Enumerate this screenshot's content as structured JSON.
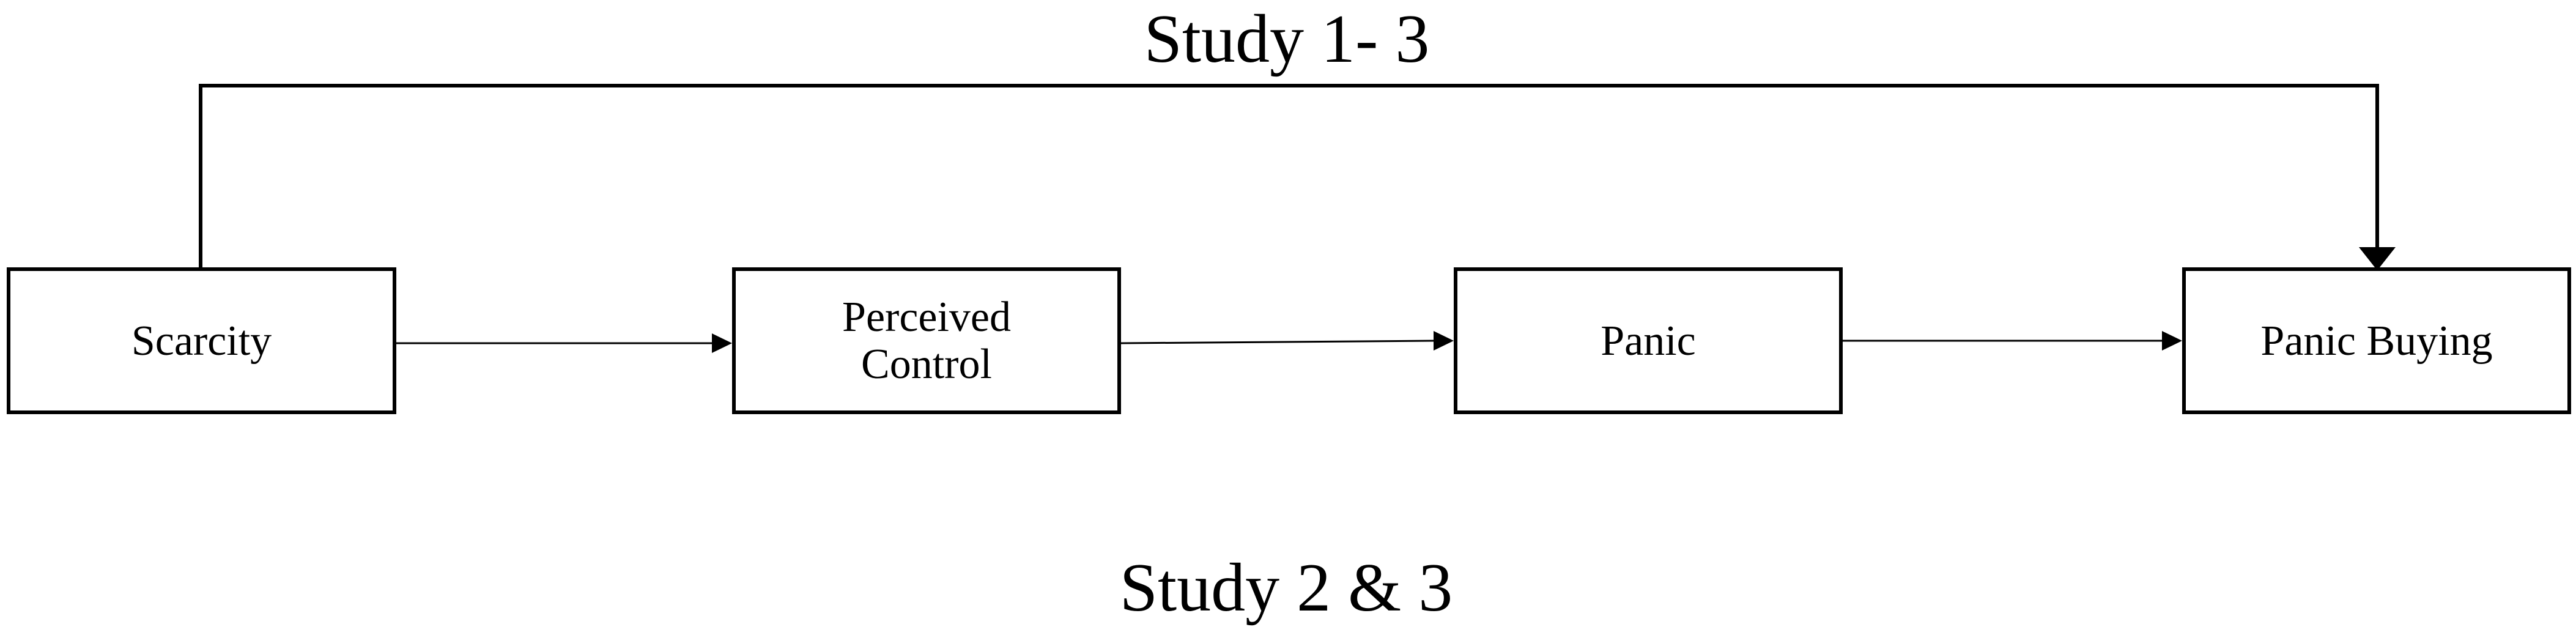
{
  "titles": {
    "top": "Study 1- 3",
    "bottom": "Study 2 & 3"
  },
  "nodes": [
    {
      "id": "scarcity",
      "label": "Scarcity"
    },
    {
      "id": "perceived-control",
      "label": "Perceived Control"
    },
    {
      "id": "panic",
      "label": "Panic"
    },
    {
      "id": "panic-buying",
      "label": "Panic Buying"
    }
  ],
  "edges": [
    {
      "from": "scarcity",
      "to": "panic-buying",
      "route": "over-top"
    },
    {
      "from": "scarcity",
      "to": "perceived-control"
    },
    {
      "from": "perceived-control",
      "to": "panic"
    },
    {
      "from": "panic",
      "to": "panic-buying"
    }
  ],
  "colors": {
    "line": "#000000",
    "background": "#ffffff"
  }
}
